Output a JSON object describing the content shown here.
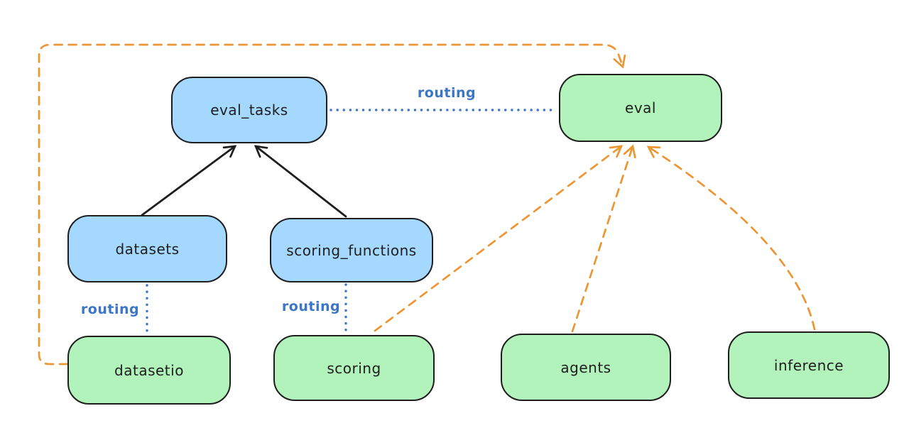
{
  "diagram": {
    "nodes": {
      "eval_tasks": {
        "label": "eval_tasks",
        "fill": "#a5d8ff"
      },
      "eval": {
        "label": "eval",
        "fill": "#b2f2bb"
      },
      "datasets": {
        "label": "datasets",
        "fill": "#a5d8ff"
      },
      "scoring_functions": {
        "label": "scoring_functions",
        "fill": "#a5d8ff"
      },
      "datasetio": {
        "label": "datasetio",
        "fill": "#b2f2bb"
      },
      "scoring": {
        "label": "scoring",
        "fill": "#b2f2bb"
      },
      "agents": {
        "label": "agents",
        "fill": "#b2f2bb"
      },
      "inference": {
        "label": "inference",
        "fill": "#b2f2bb"
      }
    },
    "edge_labels": {
      "eval_tasks_to_eval": "routing",
      "datasets_to_datasetio": "routing",
      "scoring_functions_to_scoring": "routing"
    },
    "colors": {
      "node_border": "#1e1e1e",
      "blue_node_fill": "#a5d8ff",
      "green_node_fill": "#b2f2bb",
      "routing_blue": "#3b76c9",
      "provider_orange": "#ec9633",
      "arrow_black": "#1e1e1e",
      "background": "#ffffff"
    }
  }
}
